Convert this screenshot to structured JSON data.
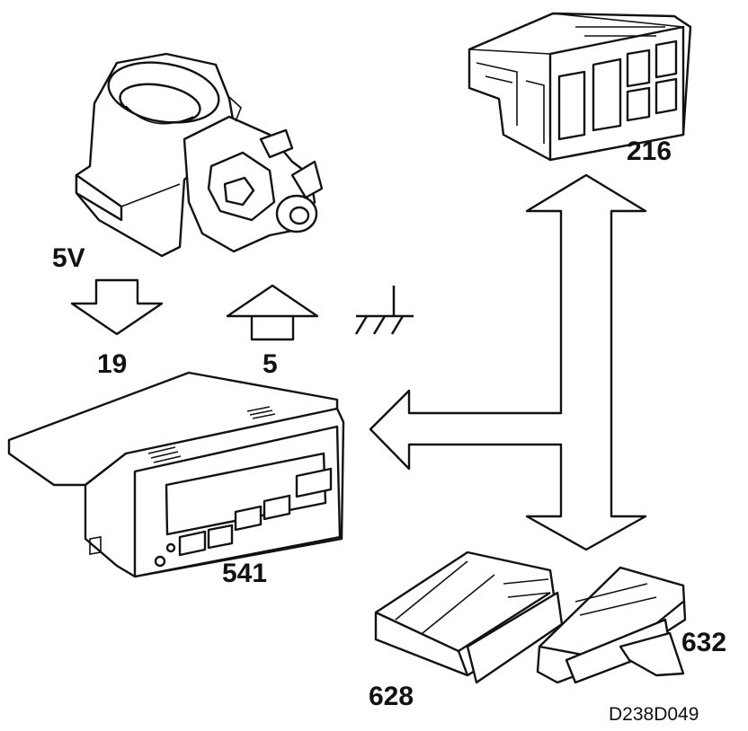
{
  "labels": {
    "supply_voltage": "5V",
    "pin_19": "19",
    "pin_5": "5",
    "unit_216": "216",
    "unit_541": "541",
    "unit_628": "628",
    "unit_632": "632",
    "drawing_code": "D238D049"
  },
  "icons": {
    "input_arrow": "arrow-down-icon",
    "output_arrow": "arrow-up-icon",
    "ground": "ground-symbol-icon",
    "bus": "bus-arrow-icon"
  },
  "colors": {
    "line": "#111111",
    "background": "#ffffff"
  }
}
